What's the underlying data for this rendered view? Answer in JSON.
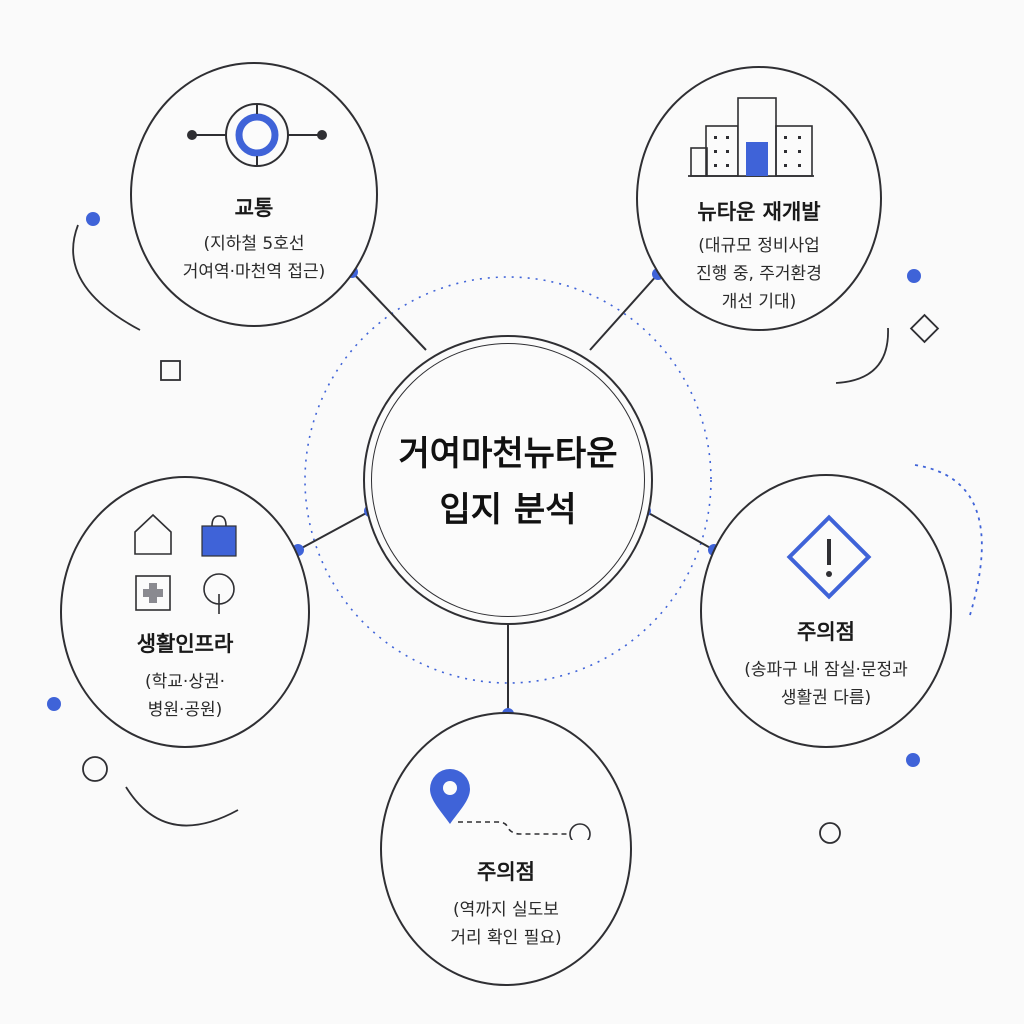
{
  "center": {
    "line1": "거여마천뉴타운",
    "line2": "입지 분석"
  },
  "nodes": {
    "transport": {
      "title": "교통",
      "desc1": "(지하철 5호선",
      "desc2": "거여역·마천역 접근)",
      "icon": "metro-station-icon"
    },
    "newtown": {
      "title": "뉴타운 재개발",
      "desc1": "(대규모 정비사업",
      "desc2": "진행 중, 주거환경",
      "desc3": "개선 기대)",
      "icon": "buildings-icon"
    },
    "infra": {
      "title": "생활인프라",
      "desc1": "(학교·상권·",
      "desc2": "병원·공원)",
      "icons": [
        "house-icon",
        "shopping-bag-icon",
        "hospital-icon",
        "tree-icon"
      ]
    },
    "caution_area": {
      "title": "주의점",
      "desc1": "(송파구 내 잠실·문정과",
      "desc2": "생활권 다름)",
      "icon": "warning-icon"
    },
    "caution_walk": {
      "title": "주의점",
      "desc1": "(역까지 실도보",
      "desc2": "거리 확인 필요)",
      "icon": "location-pin-icon"
    }
  },
  "colors": {
    "accent": "#3f63d8",
    "line": "#2f2f33",
    "background": "#fafafa"
  }
}
